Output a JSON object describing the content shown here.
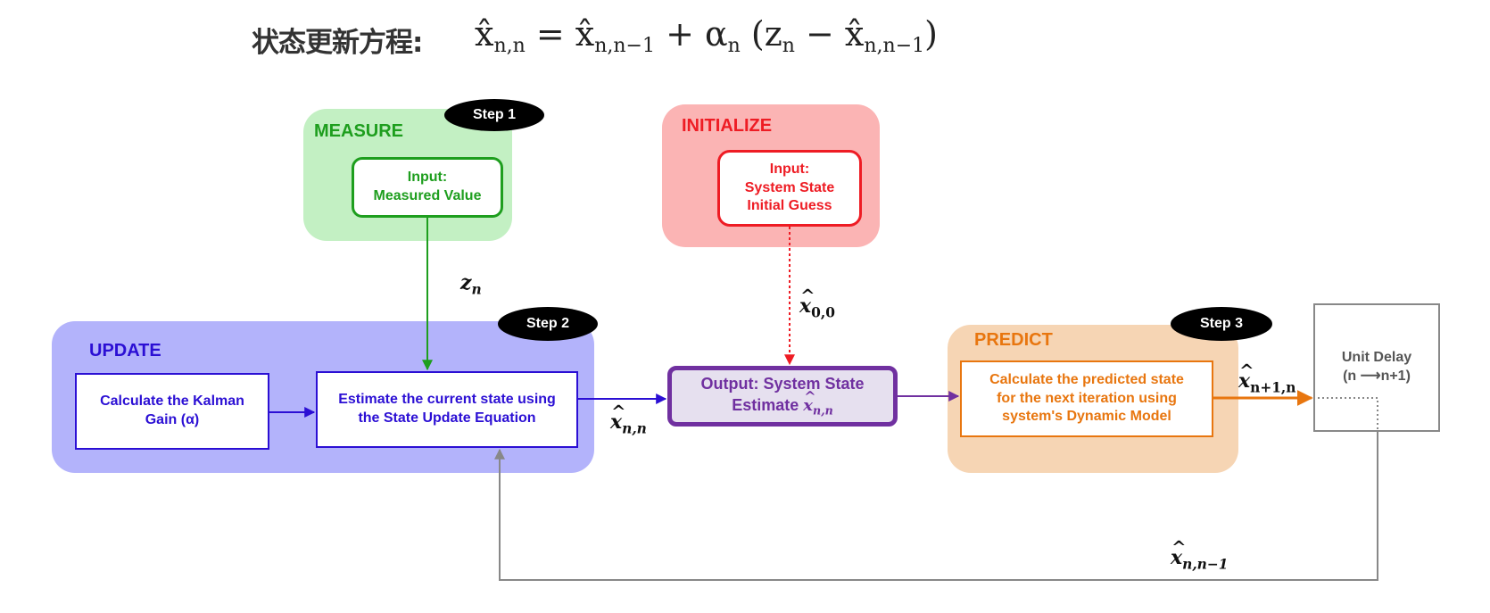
{
  "header": {
    "title": "状态更新方程:",
    "eq_parts": [
      "x̂",
      "n,n",
      " = x̂",
      "n,n−1",
      " + α",
      "n",
      " (z",
      "n",
      " − x̂",
      "n,n−1",
      ")"
    ]
  },
  "measure": {
    "title": "MEASURE",
    "step": "Step 1",
    "box": "Input:\nMeasured Value"
  },
  "initialize": {
    "title": "INITIALIZE",
    "box": "Input:\nSystem State\nInitial Guess"
  },
  "update": {
    "title": "UPDATE",
    "step": "Step 2",
    "gain_box": "Calculate the Kalman\nGain (α)",
    "estimate_box": "Estimate the current state using\nthe State Update Equation"
  },
  "output": {
    "line1": "Output: System State",
    "line2": "Estimate ",
    "var": "x",
    "sub": "n,n"
  },
  "predict": {
    "title": "PREDICT",
    "step": "Step 3",
    "box": "Calculate the predicted state\nfor the next iteration using\nsystem's Dynamic Model"
  },
  "delay": {
    "line1": "Unit Delay",
    "line2_a": "(n ",
    "arrow": "⟶",
    "line2_b": "n+1)"
  },
  "labels": {
    "z": "z",
    "z_sub": "n",
    "x00": "x",
    "x00_sub": "0,0",
    "xnn": "x",
    "xnn_sub": "n,n",
    "xn1n": "x",
    "xn1n_sub": "n+1,n",
    "xnn1": "x",
    "xnn1_sub": "n,n−1"
  },
  "colors": {
    "measure_bg": "#c3f0c3",
    "measure": "#1e9e1e",
    "init_bg": "#fbb4b4",
    "init": "#ee1c24",
    "update_bg": "#b3b3fb",
    "update": "#2b0fd4",
    "output_bg": "#e6e0ef",
    "output": "#7030a0",
    "predict_bg": "#f6d5b4",
    "predict": "#e8760f",
    "delay": "#888888"
  }
}
